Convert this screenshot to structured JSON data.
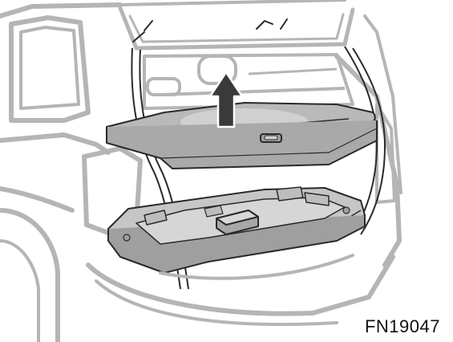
{
  "figure": {
    "id_label": "FN19047",
    "subject": "car-cargo-area-with-tonneau-cover-removal",
    "arrow_direction": "up",
    "colors": {
      "line": "#2a2a2a",
      "body_outline": "#b5b5b5",
      "cover_fill": "#b9b9b9",
      "cover_highlight": "#d0d0d0",
      "tray_fill": "#c6c6c6",
      "tray_dark": "#9f9f9f",
      "arrow_fill": "#3a3a3a"
    }
  }
}
